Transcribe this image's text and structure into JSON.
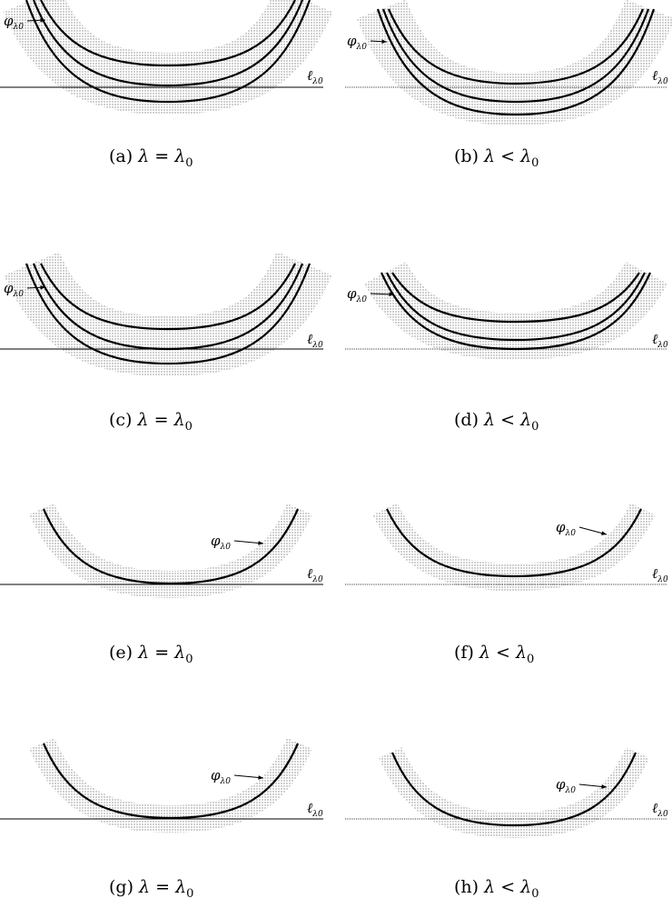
{
  "panels": [
    {
      "id": "a",
      "caption": "(a)  λ = λ0",
      "caption_tag": "(a)",
      "caption_expr_left": "λ",
      "caption_op": "=",
      "caption_expr_right": "λ",
      "caption_sub": "0",
      "phi_label": "φ",
      "phi_sub": "λ0",
      "ell_label": "ℓ",
      "ell_sub": "λ0",
      "curves": 3
    },
    {
      "id": "b",
      "caption_tag": "(b)",
      "caption_expr_left": "λ",
      "caption_op": "<",
      "caption_expr_right": "λ",
      "caption_sub": "0",
      "phi_label": "φ",
      "phi_sub": "λ0",
      "ell_label": "ℓ",
      "ell_sub": "λ0",
      "curves": 3
    },
    {
      "id": "c",
      "caption_tag": "(c)",
      "caption_expr_left": "λ",
      "caption_op": "=",
      "caption_expr_right": "λ",
      "caption_sub": "0",
      "phi_label": "φ",
      "phi_sub": "λ0",
      "ell_label": "ℓ",
      "ell_sub": "λ0",
      "curves": 3
    },
    {
      "id": "d",
      "caption_tag": "(d)",
      "caption_expr_left": "λ",
      "caption_op": "<",
      "caption_expr_right": "λ",
      "caption_sub": "0",
      "phi_label": "φ",
      "phi_sub": "λ0",
      "ell_label": "ℓ",
      "ell_sub": "λ0",
      "curves": 3
    },
    {
      "id": "e",
      "caption_tag": "(e)",
      "caption_expr_left": "λ",
      "caption_op": "=",
      "caption_expr_right": "λ",
      "caption_sub": "0",
      "phi_label": "φ",
      "phi_sub": "λ0",
      "ell_label": "ℓ",
      "ell_sub": "λ0",
      "curves": 1
    },
    {
      "id": "f",
      "caption_tag": "(f)",
      "caption_expr_left": "λ",
      "caption_op": "<",
      "caption_expr_right": "λ",
      "caption_sub": "0",
      "phi_label": "φ",
      "phi_sub": "λ0",
      "ell_label": "ℓ",
      "ell_sub": "λ0",
      "curves": 1
    },
    {
      "id": "g",
      "caption_tag": "(g)",
      "caption_expr_left": "λ",
      "caption_op": "=",
      "caption_expr_right": "λ",
      "caption_sub": "0",
      "phi_label": "φ",
      "phi_sub": "λ0",
      "ell_label": "ℓ",
      "ell_sub": "λ0",
      "curves": 1
    },
    {
      "id": "h",
      "caption_tag": "(h)",
      "caption_expr_left": "λ",
      "caption_op": "<",
      "caption_expr_right": "λ",
      "caption_sub": "0",
      "phi_label": "φ",
      "phi_sub": "λ0",
      "ell_label": "ℓ",
      "ell_sub": "λ0",
      "curves": 1
    }
  ],
  "colors": {
    "ink": "#000000",
    "shade": "#9a9a9a",
    "background": "#ffffff"
  }
}
